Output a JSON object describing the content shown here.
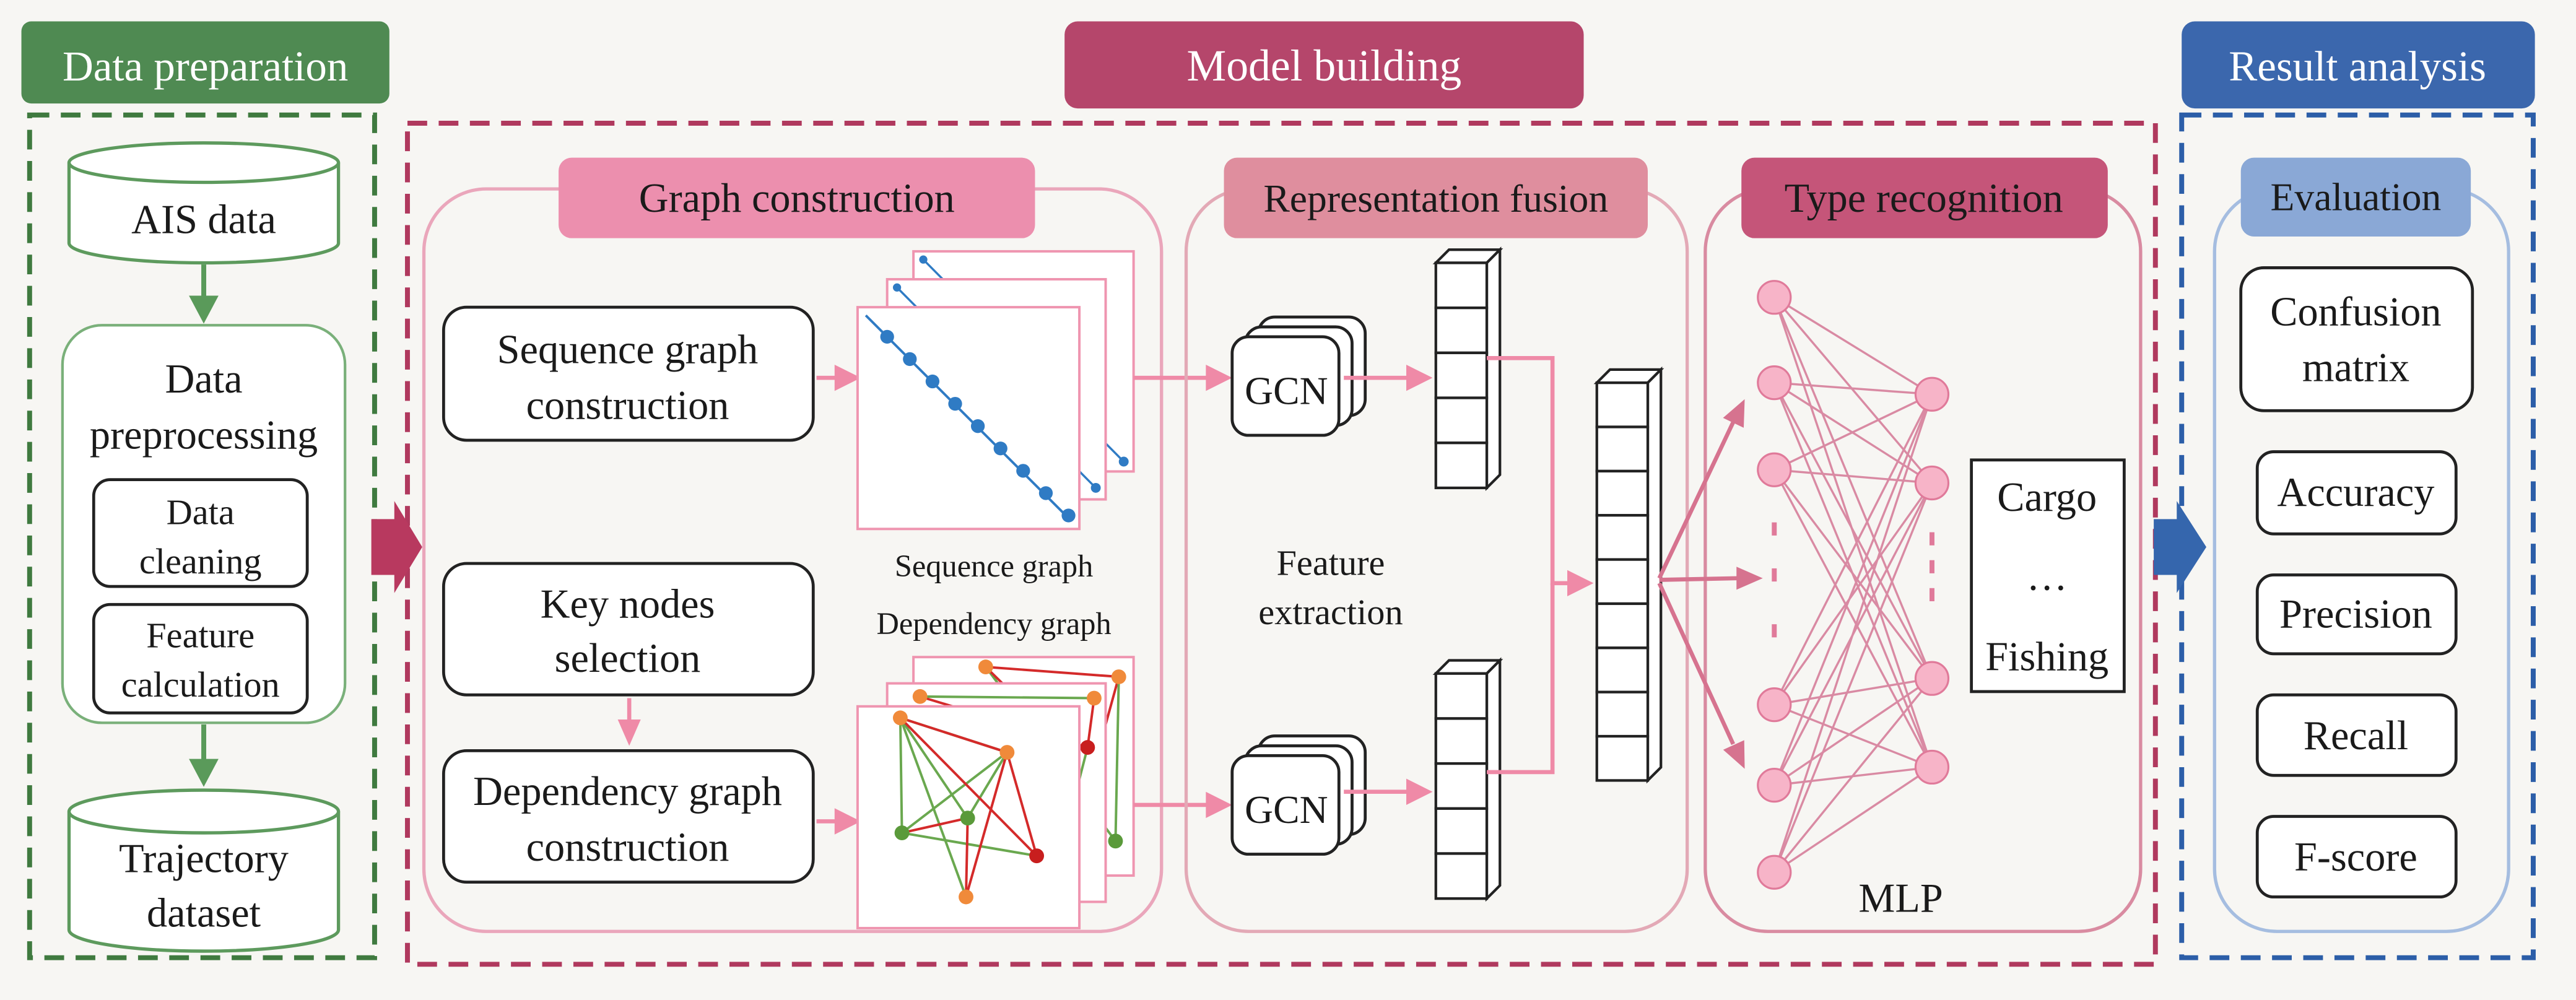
{
  "headers": {
    "data_preparation": "Data preparation",
    "model_building": "Model building",
    "result_analysis": "Result analysis"
  },
  "data_preparation": {
    "ais_data": "AIS data",
    "preprocessing": [
      "Data",
      "preprocessing"
    ],
    "cleaning": [
      "Data",
      "cleaning"
    ],
    "feature_calculation": [
      "Feature",
      "calculation"
    ],
    "trajectory_dataset": [
      "Trajectory",
      "dataset"
    ]
  },
  "graph_construction": {
    "title": "Graph construction",
    "sequence_box": [
      "Sequence graph",
      "construction"
    ],
    "key_nodes_box": [
      "Key nodes",
      "selection"
    ],
    "dependency_box": [
      "Dependency graph",
      "construction"
    ],
    "sequence_graph_label": "Sequence graph",
    "dependency_graph_label": "Dependency graph"
  },
  "representation_fusion": {
    "title": "Representation fusion",
    "gcn_top": "GCN",
    "gcn_bottom": "GCN",
    "feature_extraction": [
      "Feature",
      "extraction"
    ]
  },
  "type_recognition": {
    "title": "Type recognition",
    "classes": [
      "Cargo",
      "…",
      "Fishing"
    ],
    "mlp": "MLP"
  },
  "evaluation": {
    "title": "Evaluation",
    "confusion_matrix": [
      "Confusion",
      "matrix"
    ],
    "metrics": [
      "Accuracy",
      "Precision",
      "Recall",
      "F-score"
    ]
  },
  "colors": {
    "data_preparation": "#4f8a52",
    "model_building": "#b5466b",
    "result_analysis": "#3b67ad",
    "graph_construction": "#ec8fae",
    "representation_fusion": "#df8e9e",
    "type_recognition": "#c55579",
    "evaluation": "#8aa8d6"
  }
}
